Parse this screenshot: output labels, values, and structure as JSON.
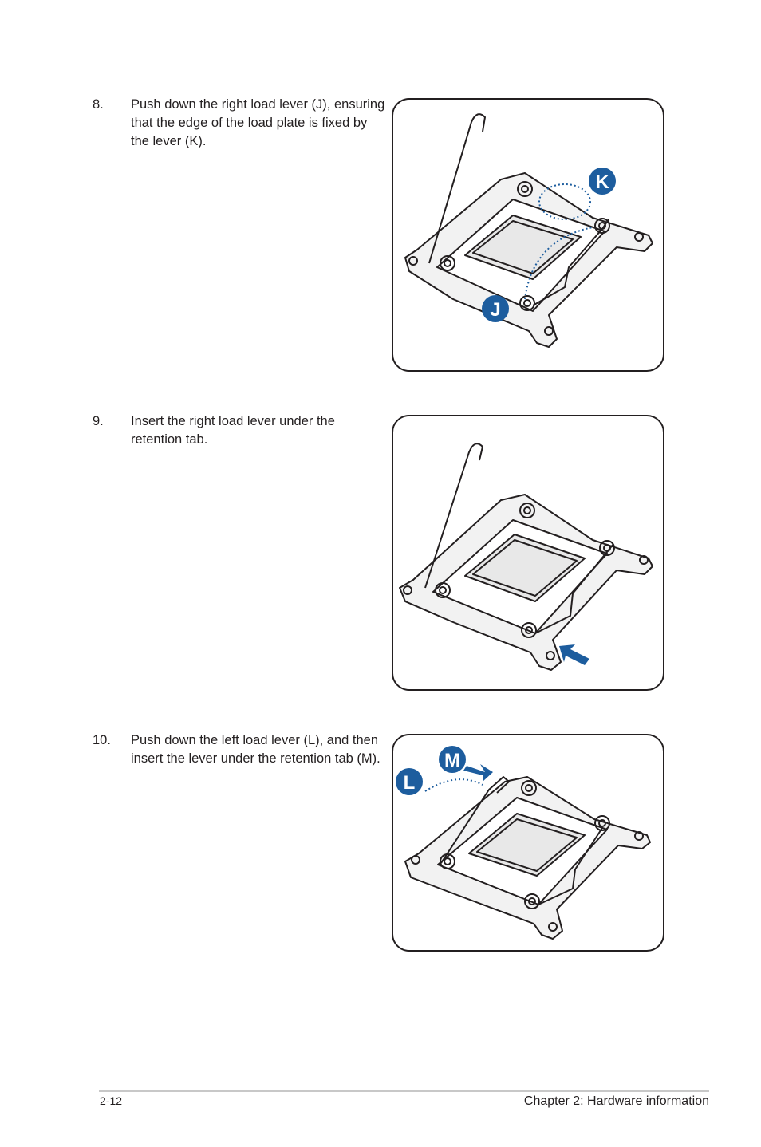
{
  "steps": [
    {
      "number": "8.",
      "text": "Push down the right load lever (J), ensuring that the edge of the load plate is fixed by the lever (K)."
    },
    {
      "number": "9.",
      "text": "Insert the right load lever under the retention tab."
    },
    {
      "number": "10.",
      "text": "Push down the left load lever (L), and then insert the lever under the retention tab (M)."
    }
  ],
  "labels": {
    "k": "K",
    "j": "J",
    "m": "M",
    "l": "L"
  },
  "colors": {
    "accent": "#1d5d9e",
    "line": "#231f20",
    "socket_fill": "#f2f2f2",
    "cpu_fill": "#e8e8e8"
  },
  "footer": {
    "page_number": "2-12",
    "chapter": "Chapter 2: Hardware information"
  }
}
